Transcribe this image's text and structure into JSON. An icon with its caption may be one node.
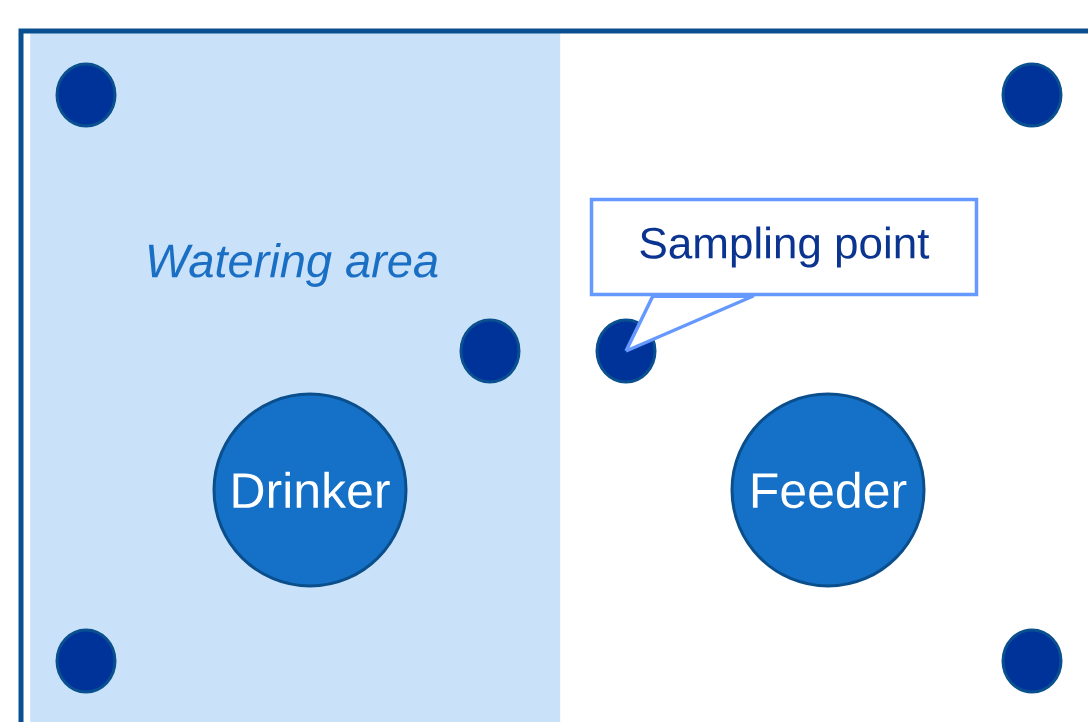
{
  "diagram": {
    "nodes": [
      {
        "text": [
          "Watering area"
        ]
      },
      {
        "text": [],
        "shape": "circle",
        "in": 0
      },
      {
        "text": [],
        "shape": "circle"
      },
      {
        "text": [
          "Sampling point"
        ]
      },
      {
        "text": [],
        "shape": "circle",
        "in": 0
      },
      {
        "text": [],
        "shape": "circle"
      },
      {
        "text": [
          "Drinker"
        ],
        "in": 0
      },
      {
        "text": [
          "Feeder"
        ]
      },
      {
        "text": [],
        "shape": "circle",
        "in": 0
      },
      {
        "text": [],
        "shape": "circle"
      }
    ],
    "edges": [
      {
        "from": 3,
        "to": 5,
        "arrow": "none"
      }
    ]
  }
}
